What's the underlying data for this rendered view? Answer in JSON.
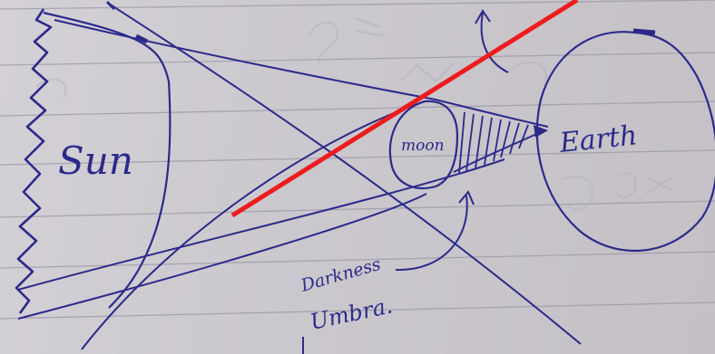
{
  "labels": {
    "sun": "Sun",
    "moon": "moon",
    "earth": "Earth",
    "umbra_line1": "Darkness",
    "umbra_line2": "Umbra."
  },
  "colors": {
    "paper": "#cbc8ce",
    "ruled_line": "#9a98a6",
    "ink": "#2b2a8a",
    "strike": "#ee1c1c"
  }
}
